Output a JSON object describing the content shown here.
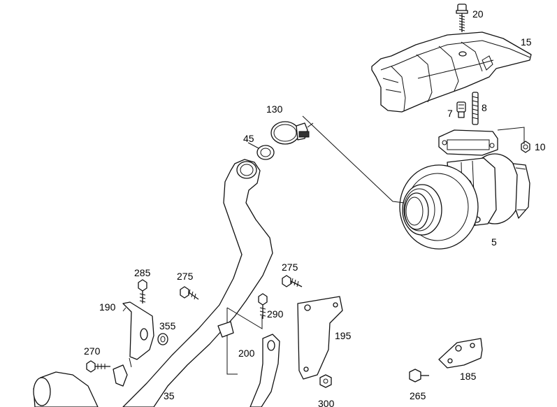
{
  "diagram": {
    "callouts": {
      "c20": "20",
      "c15": "15",
      "c130": "130",
      "c7": "7",
      "c8": "8",
      "c45": "45",
      "c10": "10",
      "c5": "5",
      "c285": "285",
      "c275a": "275",
      "c275b": "275",
      "c190": "190",
      "c355": "355",
      "c290": "290",
      "c195": "195",
      "c270": "270",
      "c200": "200",
      "c185": "185",
      "c265": "265",
      "c35": "35",
      "c300": "300"
    }
  }
}
